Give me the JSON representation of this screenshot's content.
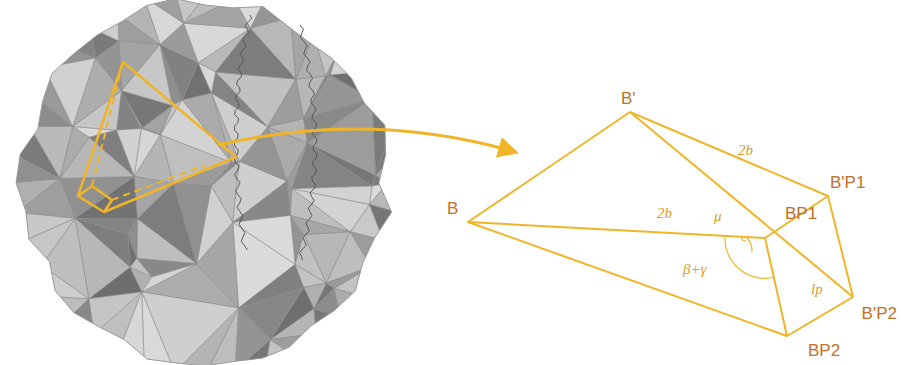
{
  "diagram": {
    "labels": [
      "B'",
      "2b",
      "B'P1",
      "B",
      "2b",
      "μ",
      "BP1",
      "β+γ",
      "lp",
      "B'P2",
      "BP2"
    ]
  }
}
